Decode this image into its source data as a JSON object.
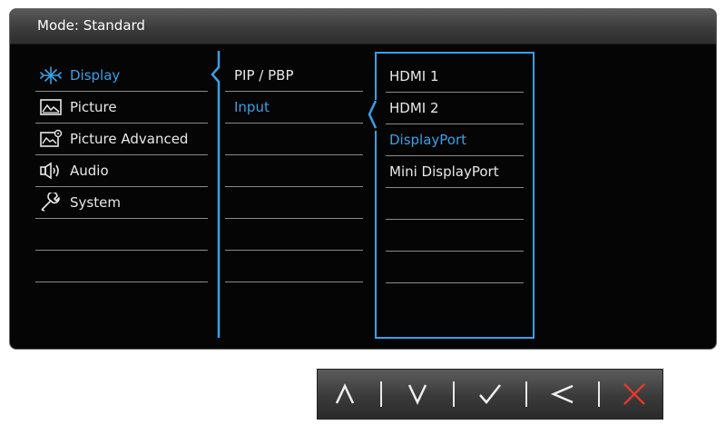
{
  "osd": {
    "title": "Mode: Standard",
    "main_menu": [
      {
        "label": "Display",
        "icon": "display-icon",
        "active": true
      },
      {
        "label": "Picture",
        "icon": "picture-icon",
        "active": false
      },
      {
        "label": "Picture Advanced",
        "icon": "picture-advanced-icon",
        "active": false
      },
      {
        "label": "Audio",
        "icon": "audio-icon",
        "active": false
      },
      {
        "label": "System",
        "icon": "system-icon",
        "active": false
      },
      {
        "label": "",
        "icon": "",
        "active": false
      },
      {
        "label": "",
        "icon": "",
        "active": false
      }
    ],
    "sub_menu": [
      {
        "label": "PIP / PBP",
        "active": false
      },
      {
        "label": "Input",
        "active": true
      },
      {
        "label": ""
      },
      {
        "label": ""
      },
      {
        "label": ""
      },
      {
        "label": ""
      },
      {
        "label": ""
      }
    ],
    "input_options": [
      {
        "label": "HDMI 1",
        "active": false
      },
      {
        "label": "HDMI 2",
        "active": false
      },
      {
        "label": "DisplayPort",
        "active": true
      },
      {
        "label": "Mini DisplayPort",
        "active": false
      },
      {
        "label": ""
      },
      {
        "label": ""
      },
      {
        "label": ""
      }
    ],
    "colors": {
      "accent": "#3aa0e6",
      "background": "#050505",
      "text": "#e8e8e8"
    }
  },
  "controls": [
    {
      "name": "up-icon"
    },
    {
      "name": "down-icon"
    },
    {
      "name": "check-icon"
    },
    {
      "name": "back-icon"
    },
    {
      "name": "close-icon"
    }
  ]
}
